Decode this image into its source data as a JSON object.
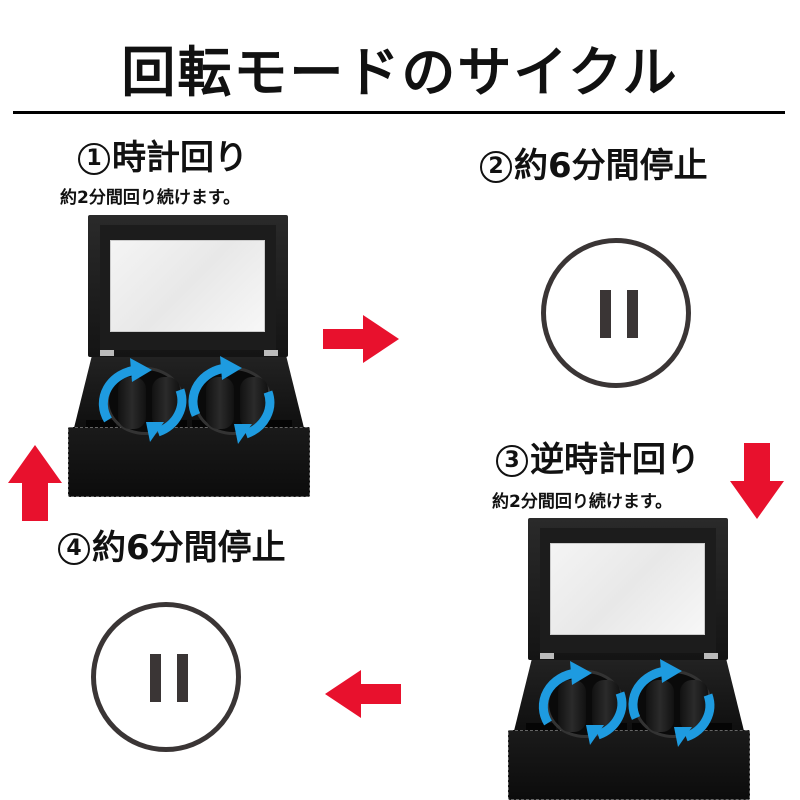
{
  "header": {
    "title": "回転モードのサイクル"
  },
  "steps": [
    {
      "number": "1",
      "title": "時計回り",
      "subtitle": "約2分間回り続けます。",
      "type": "rotation",
      "direction": "clockwise"
    },
    {
      "number": "2",
      "title": "約6分間停止",
      "type": "pause"
    },
    {
      "number": "3",
      "title": "逆時計回り",
      "subtitle": "約2分間回り続けます。",
      "type": "rotation",
      "direction": "counterclockwise"
    },
    {
      "number": "4",
      "title": "約6分間停止",
      "type": "pause"
    }
  ],
  "icons": {
    "pause": "pause-circle-icon",
    "flow_arrow": "red-arrow-icon",
    "rotation_arrow": "blue-rotation-arrow-icon"
  },
  "colors": {
    "arrow_red": "#e8112d",
    "rotation_blue": "#1e9be0",
    "pause_gray": "#3a3535",
    "text": "#111111"
  }
}
